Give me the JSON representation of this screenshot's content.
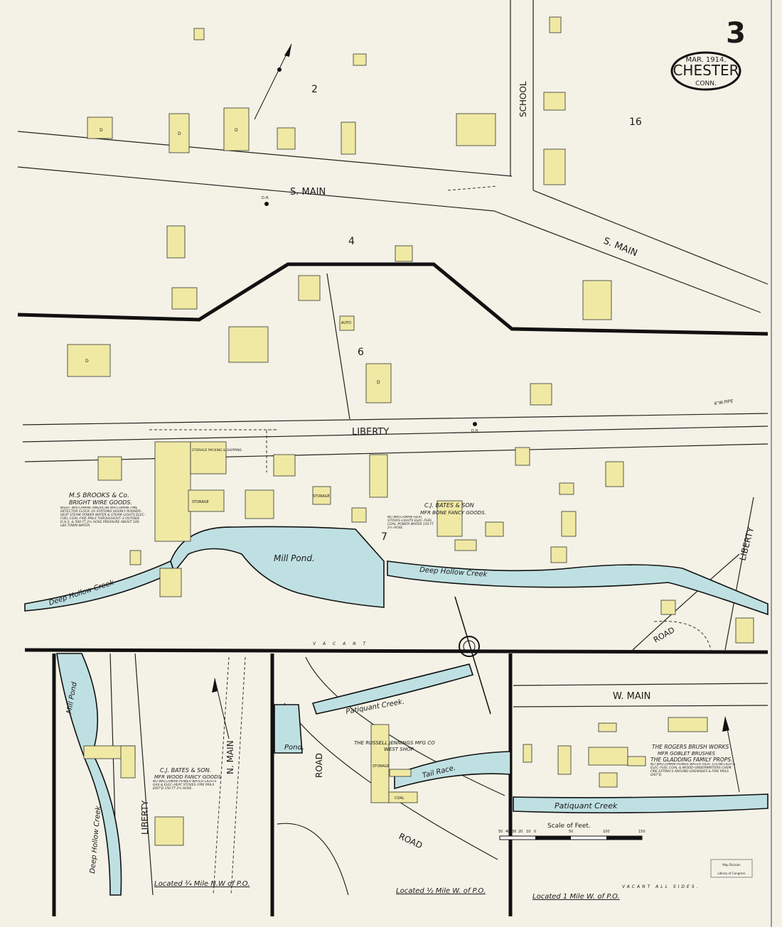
{
  "sheet": {
    "number": "3",
    "date": "MAR. 1914.",
    "town": "CHESTER",
    "state": "CONN."
  },
  "blocks": [
    "2",
    "4",
    "6",
    "7",
    "16"
  ],
  "streets": {
    "s_main_1": "S. MAIN",
    "s_main_2": "S. MAIN",
    "school": "SCHOOL",
    "liberty": "LIBERTY",
    "liberty_east": "LIBERTY",
    "road_east": "ROAD",
    "w_main": "W. MAIN",
    "n_main": "N. MAIN",
    "liberty_lower": "LIBERTY",
    "road_mid": "ROAD",
    "road_lower": "ROAD"
  },
  "water": {
    "mill_pond": "Mill Pond.",
    "deep_hollow_1": "Deep Hollow Creek",
    "deep_hollow_2": "Deep Hollow Creek",
    "deep_hollow_3": "Deep Hollow Creek",
    "mill_pond_lower": "Mill Pond",
    "patiquant_1": "Patiquant Creek.",
    "patiquant_2": "Patiquant Creek",
    "pond": "Pond.",
    "tail_race": "Tail Race."
  },
  "businesses": {
    "brooks": {
      "name": "M.S BROOKS & Co.",
      "product": "BRIGHT WIRE GOODS.",
      "notes": "NIGHT WATCHMAN–AMERICAN WATCHMAN-TIME DETECTOR CLOCK–10 STATIONS HOURLY ROUNDS–HEAT STEAM–POWER WATER & STEAM–LIGHTS ELEC–FUEL COAL–FIRE PAILS THROUGHOUT–2 OUTSIDE D.H.S. & 500 FT 2½ HOSE PRESSURE ABOUT 100 LBS TOWN WATER."
    },
    "bates_bone": {
      "name": "C.J. BATES & SON",
      "product": "MFR BONE FANCY GOODS.",
      "notes": "NO WATCHMAN–HEAT STOVES–LIGHTS ELEC–FUEL COAL–POWER WATER 150 FT 2½ HOSE."
    },
    "bates_wood": {
      "name": "C.J. BATES & SON.",
      "product": "MFR WOOD FANCY GOODS",
      "notes": "NO WATCHMAN–POWER WATER–LIGHTS GAS & ELEC–HEAT STOVES–FIRE PAILS DIST'D 150 FT 2½ HOSE."
    },
    "jennings": {
      "name": "THE RUSSELL JENNINGS MFG CO",
      "product": "WEST SHOP"
    },
    "rogers": {
      "name": "THE ROGERS BRUSH WORKS",
      "product": "MFR GOBLET BRUSHES",
      "owner": "THE GLADDING FAMILY PROPS.",
      "notes": "NO WATCHMAN–POWER WATER–HEAT STEAM LIGHTS ELEC–FUEL COAL & WOOD–UNDERWRITERS CHEM. FIRE EXTING'S AROUND GRENADES & FIRE PAILS DIST'D."
    }
  },
  "building_labels": [
    "D",
    "D",
    "D",
    "D",
    "D",
    "STORAGE",
    "STORAGE",
    "COAL",
    "STORAGE",
    "STORAGE PACKING & SHIPPING",
    "AUTO",
    "D.H.",
    "D.H."
  ],
  "locations": {
    "left": "Located ¾ Mile N.W of P.O.",
    "mid": "Located ½ Mile W. of P.O.",
    "right": "Located 1 Mile W. of P.O."
  },
  "notes": {
    "vacant": "V A C A N T",
    "vacant_all": "VACANT ALL SIDES.",
    "pipe": "6\"W.PIPE"
  },
  "scale": {
    "title": "Scale of Feet.",
    "ticks": [
      "50",
      "40",
      "30",
      "20",
      "10",
      "0",
      "50",
      "100",
      "150"
    ]
  },
  "stamp": {
    "line1": "Map Division",
    "line2": "Library of Congress"
  },
  "colors": {
    "paper": "#f4f2e6",
    "building": "#f0e9a4",
    "water": "#bfe0e2"
  }
}
